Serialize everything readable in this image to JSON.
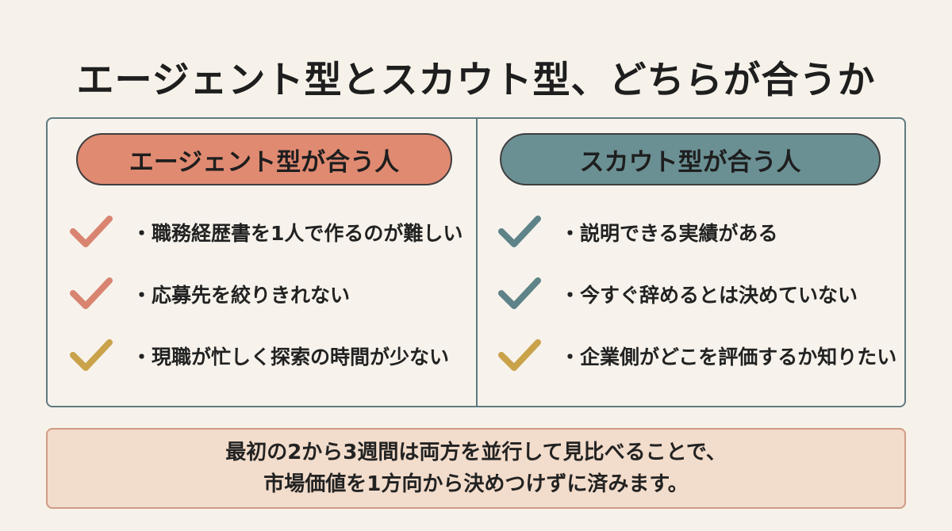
{
  "title": "エージェント型とスカウト型、どちらが合うか",
  "colors": {
    "agent": "#e08a72",
    "scout": "#6b9094",
    "check_agent": "#d98471",
    "check_scout": "#5e8388",
    "check_yellow": "#c9a24a",
    "note_bg": "#f2dccb"
  },
  "agent": {
    "heading": "エージェント型が合う人",
    "items": [
      {
        "text": "・職務経歴書を1人で作るのが難しい",
        "check": "check_agent"
      },
      {
        "text": "・応募先を絞りきれない",
        "check": "check_agent"
      },
      {
        "text": "・現職が忙しく探索の時間が少ない",
        "check": "check_yellow"
      }
    ]
  },
  "scout": {
    "heading": "スカウト型が合う人",
    "items": [
      {
        "text": "・説明できる実績がある",
        "check": "check_scout"
      },
      {
        "text": "・今すぐ辞めるとは決めていない",
        "check": "check_scout"
      },
      {
        "text": "・企業側がどこを評価するか知りたい",
        "check": "check_yellow"
      }
    ]
  },
  "note": {
    "line1": "最初の2から3週間は両方を並行して見比べることで、",
    "line2": "市場価値を1方向から決めつけずに済みます。"
  }
}
